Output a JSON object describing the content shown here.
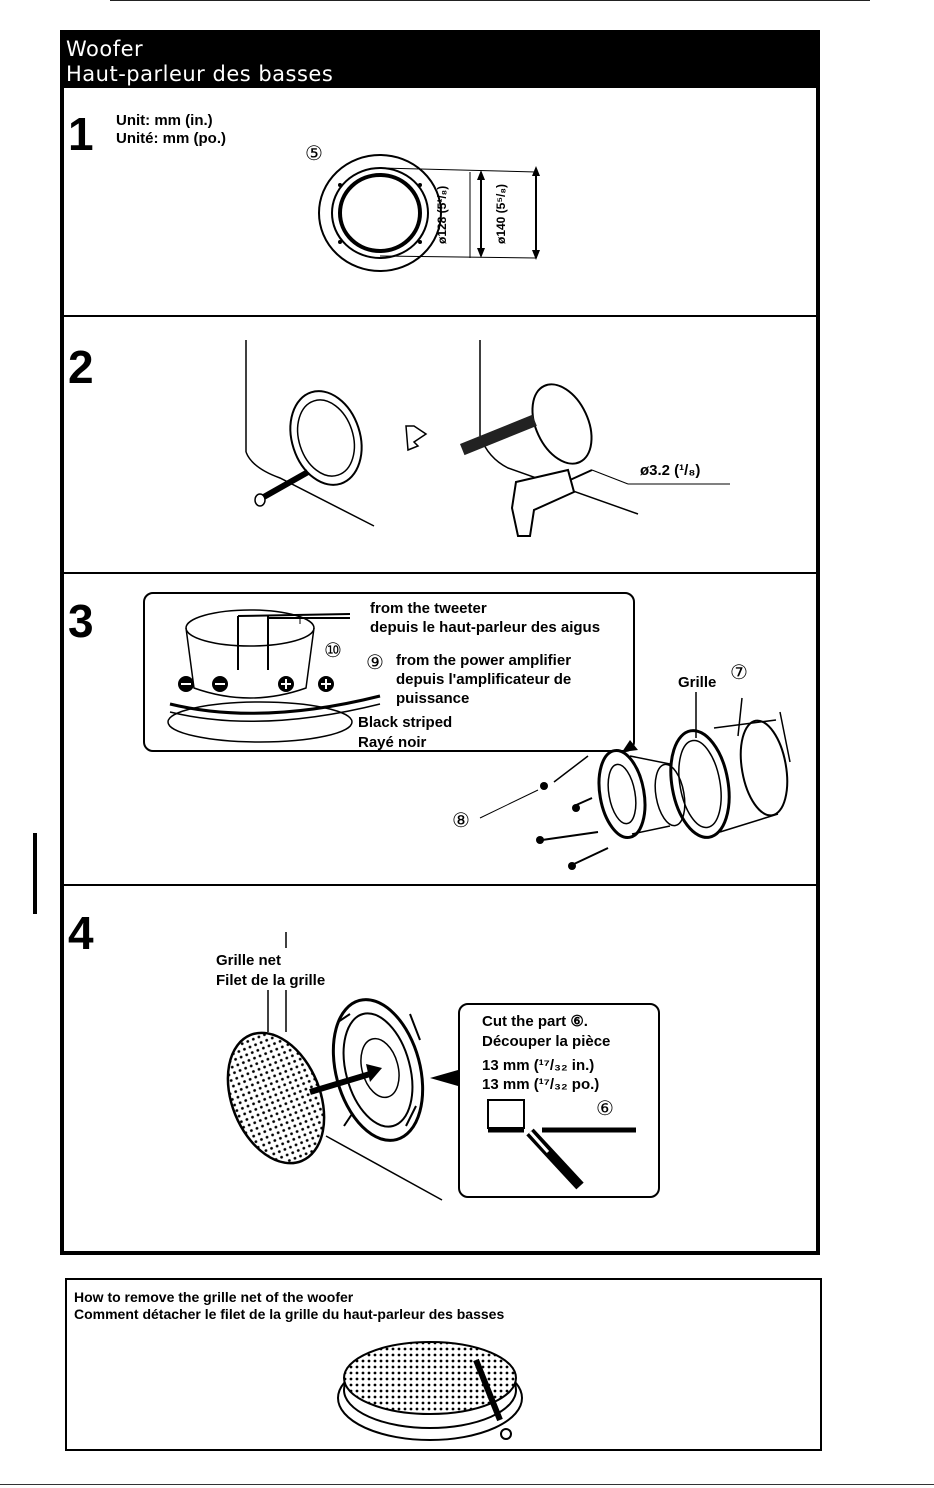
{
  "header": {
    "title_en": "Woofer",
    "title_fr": "Haut-parleur des basses"
  },
  "steps": [
    {
      "number": "1",
      "unit_en": "Unit: mm (in.)",
      "unit_fr": "Unité: mm (po.)",
      "part_ref": "⑤",
      "dim_inner": "ø128 (5¹/₈)",
      "dim_outer": "ø140 (5⁵/₈)"
    },
    {
      "number": "2",
      "drill_dim": "ø3.2 (¹/₈)"
    },
    {
      "number": "3",
      "tweeter_en": "from the tweeter",
      "tweeter_fr": "depuis le haut-parleur des aigus",
      "ref_10": "⑩",
      "ref_9": "⑨",
      "amp_en": "from the power amplifier",
      "amp_fr1": "depuis l'amplificateur de",
      "amp_fr2": "puissance",
      "stripe_en": "Black striped",
      "stripe_fr": "Rayé noir",
      "grille_label": "Grille",
      "ref_7": "⑦",
      "ref_8": "⑧"
    },
    {
      "number": "4",
      "net_en": "Grille net",
      "net_fr": "Filet de la grille",
      "cut_en": "Cut the part ⑥.",
      "cut_fr": "Découper la pièce",
      "len_en": "13 mm (¹⁷/₃₂ in.)",
      "len_fr": "13 mm (¹⁷/₃₂ po.)",
      "ref_6": "⑥"
    }
  ],
  "note": {
    "title_en": "How to remove the grille net of the woofer",
    "title_fr": "Comment détacher le filet de la grille du haut-parleur des basses"
  }
}
